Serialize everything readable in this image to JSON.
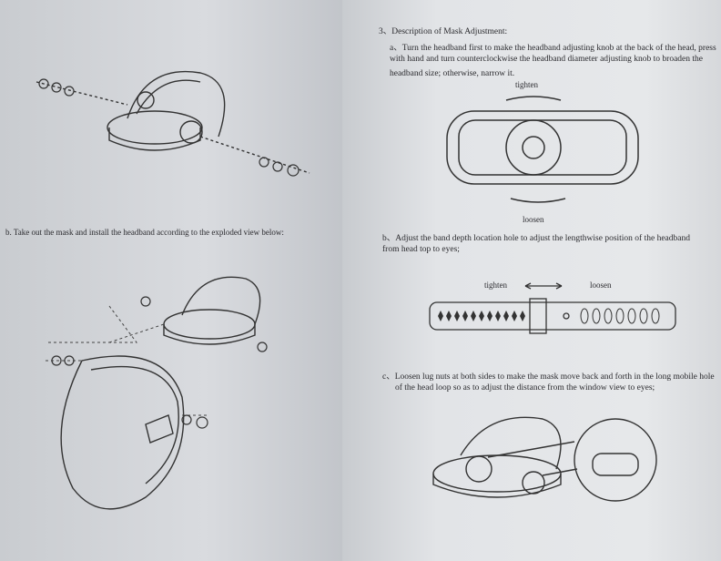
{
  "left_page": {
    "step_b": "b. Take out the mask and install the headband according to the exploded view below:"
  },
  "right_page": {
    "section_title": "3、Description of Mask Adjustment:",
    "step_a": [
      "a、Turn the headband first to make the headband adjusting knob at the back of the head, press",
      "with    hand and turn counterclockwise the headband diameter adjusting knob to broaden the",
      "headband size; otherwise, narrow it."
    ],
    "knob_labels": {
      "tighten": "tighten",
      "loosen": "loosen"
    },
    "step_b": [
      "b、Adjust the band depth location hole to adjust the lengthwise position of the   headband",
      "from head top to eyes;"
    ],
    "band_labels": {
      "tighten": "tighten",
      "loosen": "loosen"
    },
    "step_c": [
      "c、Loosen lug nuts at both sides to make the mask move back and forth in the long mobile hole",
      "of the head loop so as to adjust the distance from the window view to eyes;"
    ]
  }
}
